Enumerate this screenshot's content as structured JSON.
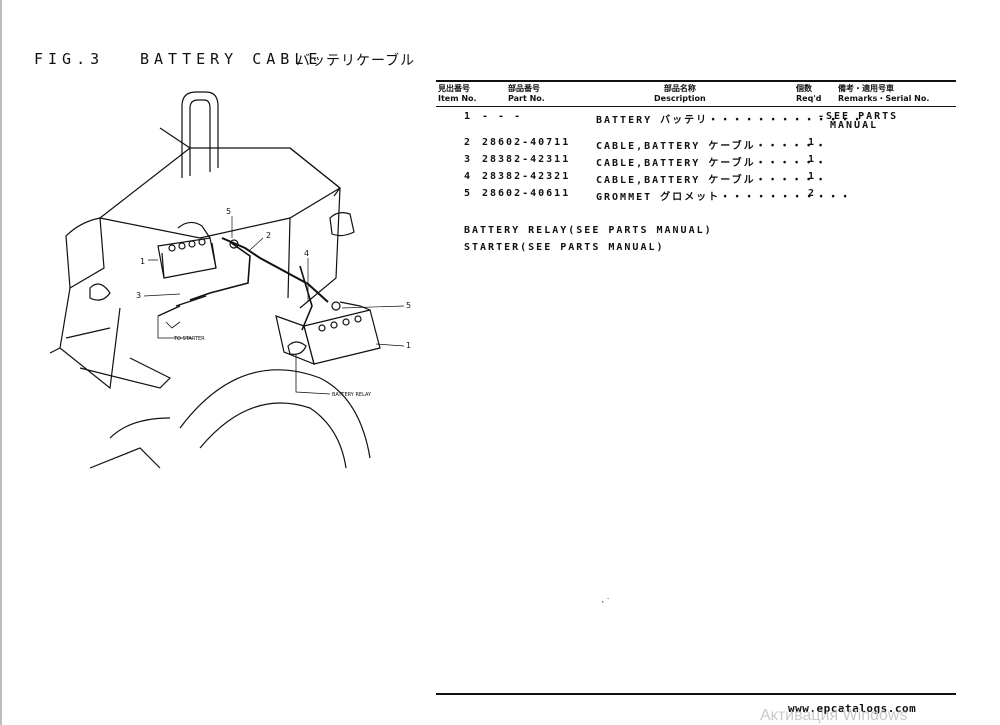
{
  "header": {
    "fig_no": "FIG.3",
    "title": "BATTERY CABLE",
    "title_jp": "バッテリケーブル"
  },
  "table": {
    "headers": {
      "item_jp": "見出番号",
      "item": "Item No.",
      "part_jp": "部品番号",
      "part": "Part No.",
      "desc_jp": "部品名称",
      "desc": "Description",
      "qty_jp": "個数",
      "qty": "Req'd",
      "remarks_jp": "備考・適用号車",
      "remarks": "Remarks・Serial No."
    },
    "rows": [
      {
        "item": "1",
        "part": "- - -",
        "desc": "BATTERY バッテリ・・・・・・・・・・・・・",
        "qty": "-",
        "remarks": "SEE PARTS",
        "remarks2": "MANUAL"
      },
      {
        "item": "2",
        "part": "28602-40711",
        "desc": "CABLE,BATTERY ケーブル・・・・・・",
        "qty": "1",
        "remarks": "",
        "remarks2": ""
      },
      {
        "item": "3",
        "part": "28382-42311",
        "desc": "CABLE,BATTERY ケーブル・・・・・・",
        "qty": "1",
        "remarks": "",
        "remarks2": ""
      },
      {
        "item": "4",
        "part": "28382-42321",
        "desc": "CABLE,BATTERY ケーブル・・・・・・",
        "qty": "1",
        "remarks": "",
        "remarks2": ""
      },
      {
        "item": "5",
        "part": "28602-40611",
        "desc": "GROMMET グロメット・・・・・・・・・・・",
        "qty": "2",
        "remarks": "",
        "remarks2": ""
      }
    ],
    "notes": [
      "BATTERY RELAY(SEE PARTS MANUAL)",
      "STARTER(SEE PARTS MANUAL)"
    ]
  },
  "diagram": {
    "callouts": [
      "5",
      "2",
      "1",
      "3",
      "4",
      "5",
      "1"
    ],
    "label_to_starter": "TO STARTER",
    "label_battery_relay": "BATTERY RELAY"
  },
  "footer": {
    "site": "www.epcatalogs.com",
    "watermark": "Активация Windows"
  }
}
